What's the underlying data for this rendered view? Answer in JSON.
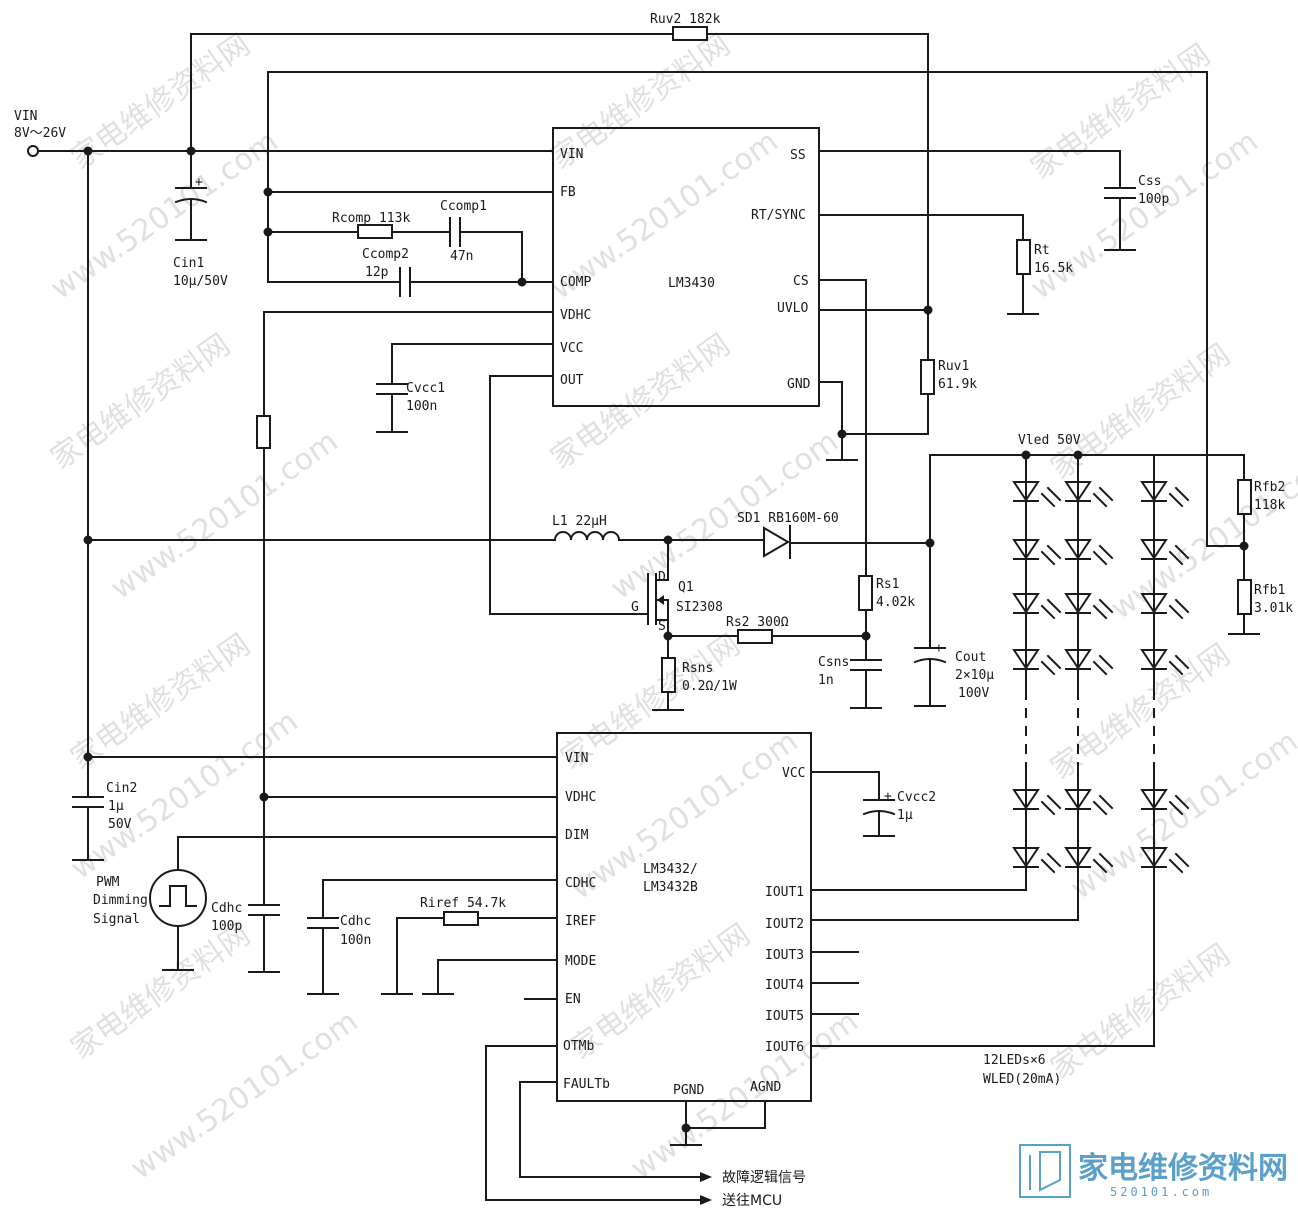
{
  "vin": {
    "name": "VIN",
    "range": "8V～26V"
  },
  "ic1": {
    "name": "LM3430",
    "pins_left": [
      "VIN",
      "FB",
      "COMP",
      "VDHC",
      "VCC",
      "OUT"
    ],
    "pins_right": [
      "SS",
      "RT/SYNC",
      "CS",
      "UVLO",
      "GND"
    ]
  },
  "ic2": {
    "name": [
      "LM3432/",
      "LM3432B"
    ],
    "pins_left": [
      "VIN",
      "VDHC",
      "DIM",
      "CDHC",
      "IREF",
      "MODE",
      "EN",
      "OTMb",
      "FAULTb"
    ],
    "pins_right": [
      "VCC",
      "IOUT1",
      "IOUT2",
      "IOUT3",
      "IOUT4",
      "IOUT5",
      "IOUT6"
    ],
    "pins_bottom": [
      "PGND",
      "AGND"
    ]
  },
  "components": {
    "ruv2": "Ruv2 182k",
    "cin1_name": "Cin1",
    "cin1_val": "10μ/50V",
    "rcomp": "Rcomp 113k",
    "ccomp1_name": "Ccomp1",
    "ccomp1_val": "47n",
    "ccomp2_name": "Ccomp2",
    "ccomp2_val": "12p",
    "cvcc1_name": "Cvcc1",
    "cvcc1_val": "100n",
    "css_name": "Css",
    "css_val": "100p",
    "rt_name": "Rt",
    "rt_val": "16.5k",
    "ruv1_name": "Ruv1",
    "ruv1_val": "61.9k",
    "vled": "Vled 50V",
    "rfb2_name": "Rfb2",
    "rfb2_val": "118k",
    "rfb1_name": "Rfb1",
    "rfb1_val": "3.01k",
    "l1": "L1 22μH",
    "sd1": "SD1  RB160M-60",
    "q1_name": "Q1",
    "q1_val": "SI2308",
    "q1_d": "D",
    "q1_g": "G",
    "q1_s": "S",
    "rs2": "Rs2 300Ω",
    "rs1_name": "Rs1",
    "rs1_val": "4.02k",
    "rsns_name": "Rsns",
    "rsns_val": "0.2Ω/1W",
    "csns_name": "Csns",
    "csns_val": "1n",
    "cout_name": "Cout",
    "cout_val1": "2×10μ",
    "cout_val2": "100V",
    "cin2_name": "Cin2",
    "cin2_val1": "1μ",
    "cin2_val2": "50V",
    "cvcc2_name": "Cvcc2",
    "cvcc2_val": "1μ",
    "pwm1": "PWM",
    "pwm2": "Dimming",
    "pwm3": "Signal",
    "cdhc1_name": "Cdhc",
    "cdhc1_val": "100p",
    "cdhc2_name": "Cdhc",
    "cdhc2_val": "100n",
    "riref": "Riref 54.7k",
    "leds1": "12LEDs×6",
    "leds2": "WLED(20mA)"
  },
  "signals": {
    "fault": "故障逻辑信号",
    "mcu": "送往MCU"
  },
  "watermark": {
    "url": "www.520101.com",
    "cn": "家电维修资料网"
  },
  "logo": {
    "text": "家电维修资料网",
    "sub": "520101.com"
  }
}
